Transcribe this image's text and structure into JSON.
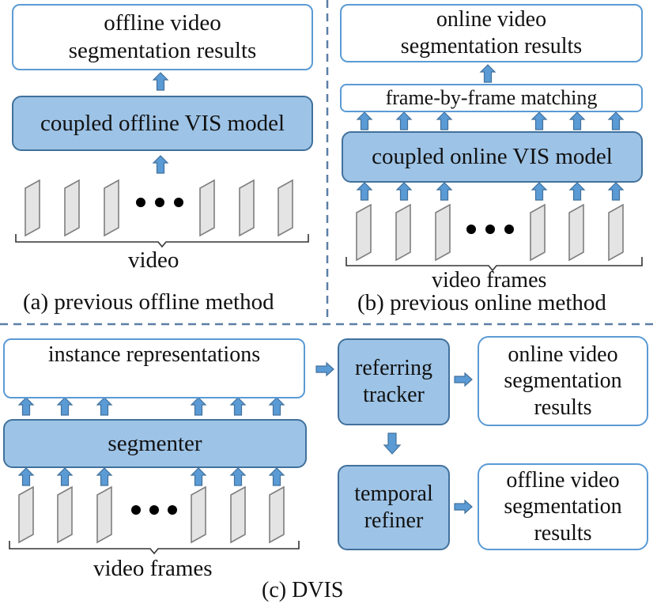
{
  "panel_a": {
    "results": "offline video segmentation results",
    "results_line1": "offline video",
    "results_line2": "segmentation results",
    "model": "coupled offline VIS model",
    "input_label": "video",
    "caption": "(a) previous offline method"
  },
  "panel_b": {
    "results_line1": "online video",
    "results_line2": "segmentation results",
    "matching": "frame-by-frame matching",
    "model": "coupled online VIS model",
    "input_label": "video frames",
    "caption": "(b) previous online method"
  },
  "panel_c": {
    "instance_repr": "instance representations",
    "segmenter": "segmenter",
    "tracker_line1": "referring",
    "tracker_line2": "tracker",
    "refiner_line1": "temporal",
    "refiner_line2": "refiner",
    "online_line1": "online video",
    "online_line2": "segmentation",
    "online_line3": "results",
    "offline_line1": "offline video",
    "offline_line2": "segmentation",
    "offline_line3": "results",
    "input_label": "video frames",
    "caption": "(c) DVIS"
  },
  "colors": {
    "module_fill": "#9dc3e6",
    "module_border": "#41719c",
    "output_border": "#5b9bd5",
    "arrow": "#4f86c6",
    "divider": "#5b7fa6",
    "frame_fill": "#e4e4e4"
  }
}
